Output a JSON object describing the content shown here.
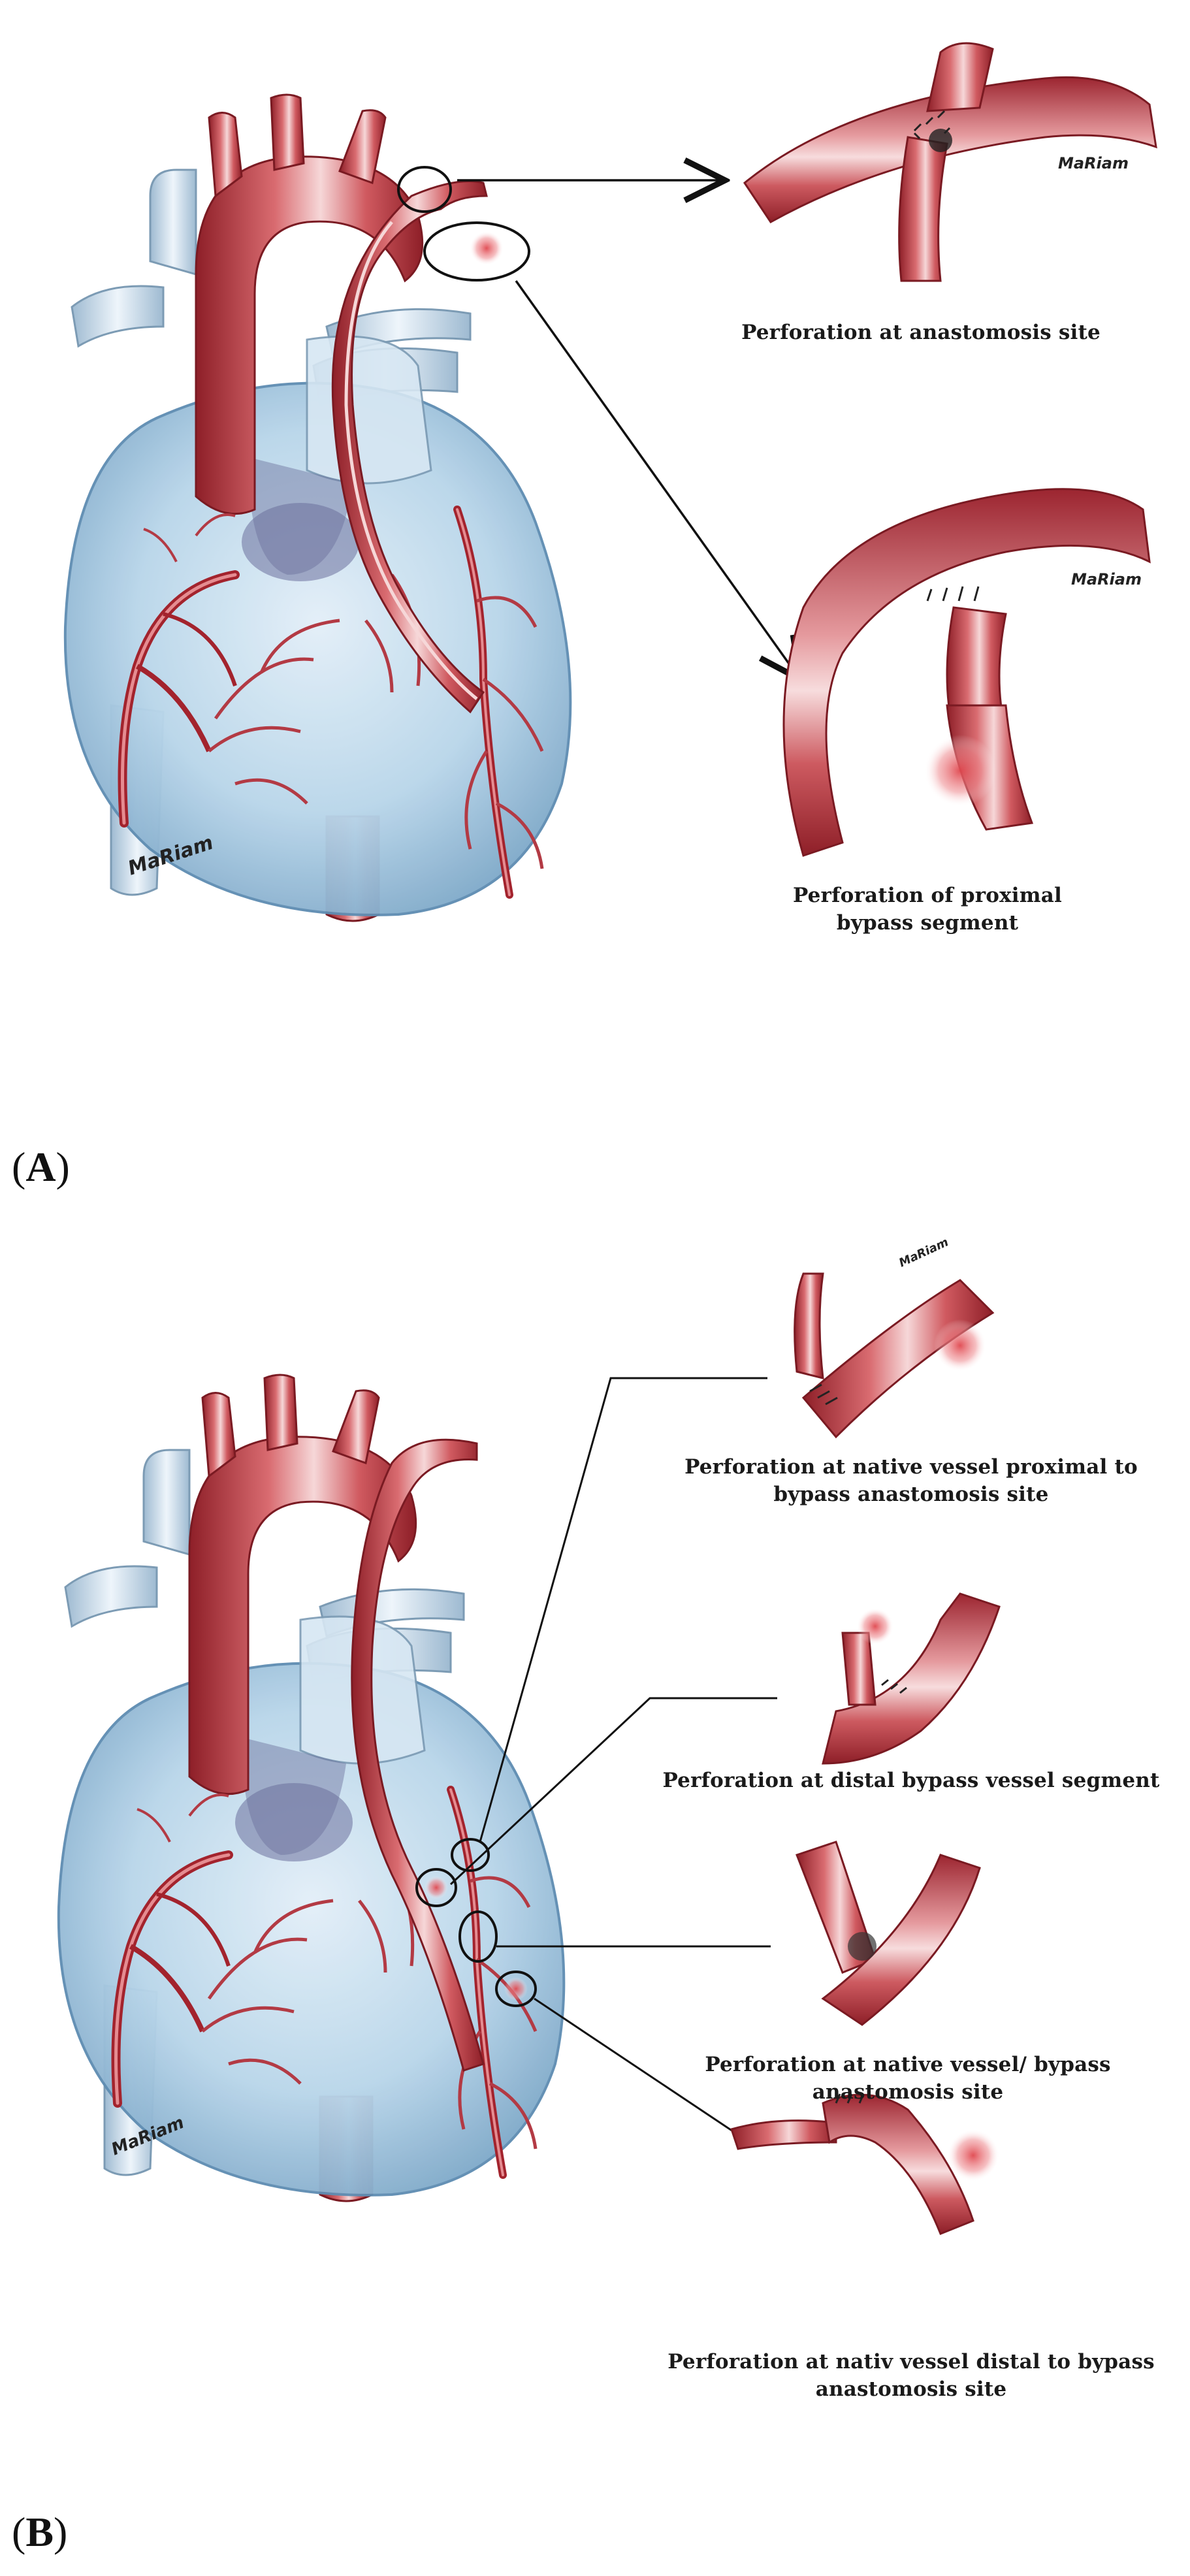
{
  "panel_a": {
    "label_open": "(",
    "label_letter": "A",
    "label_close": ")",
    "signature": "MaRiam",
    "captions": {
      "anastomosis_line1": "Perforation at anastomosis site",
      "proximal_line1": "Perforation of proximal",
      "proximal_line2": "bypass segment"
    }
  },
  "panel_b": {
    "label_open": "(",
    "label_letter": "B",
    "label_close": ")",
    "signature": "MaRiam",
    "captions": {
      "native_proximal_line1": "Perforation at native vessel proximal to",
      "native_proximal_line2": "bypass anastomosis site",
      "distal_bypass_line1": "Perforation at distal bypass vessel segment",
      "native_bypass_line1": "Perforation at native vessel/ bypass",
      "native_bypass_line2": "anastomosis site",
      "native_distal_line1": "Perforation at nativ vessel distal to bypass",
      "native_distal_line2": "anastomosis site"
    }
  },
  "colors": {
    "heart_fill": "#b9d6ea",
    "heart_edge": "#6f9cc0",
    "vessel_red": "#b5323a",
    "vessel_light": "#f1c3c5",
    "vein_blue": "#cfe0ee"
  }
}
